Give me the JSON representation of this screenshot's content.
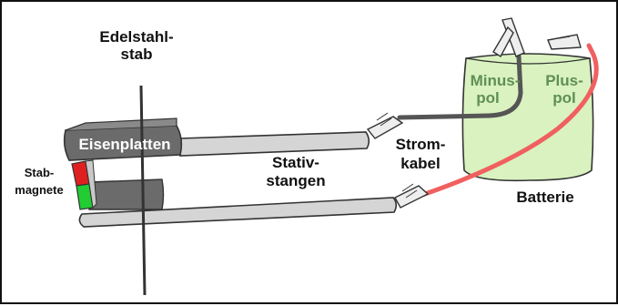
{
  "labels": {
    "edelstahl_line1": "Edelstahl-",
    "edelstahl_line2": "stab",
    "eisenplatten": "Eisenplatten",
    "stab_line1": "Stab-",
    "stab_line2": "magnete",
    "stativ_line1": "Stativ-",
    "stativ_line2": "stangen",
    "strom_line1": "Strom-",
    "strom_line2": "kabel",
    "minus_line1": "Minus-",
    "minus_line2": "pol",
    "plus_line1": "Plus-",
    "plus_line2": "pol",
    "batterie": "Batterie"
  },
  "colors": {
    "battery_fill": "#d9f2c0",
    "battery_label": "#5f8f53",
    "iron_plate": "#6b6b6b",
    "rod_fill": "#d5d5d5",
    "cable_minus": "#555555",
    "cable_plus": "#f06060",
    "magnet_red": "#e02020",
    "magnet_green": "#22cc33"
  }
}
